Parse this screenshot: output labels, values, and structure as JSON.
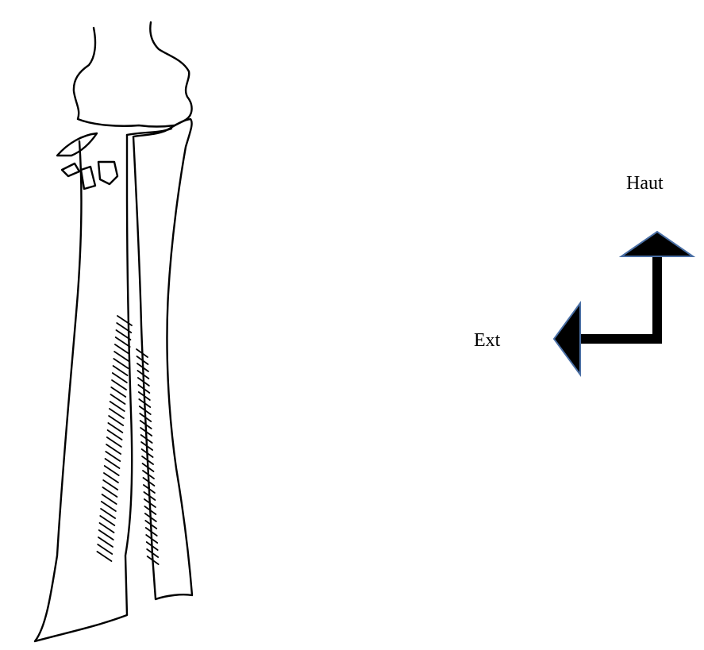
{
  "figure": {
    "subject": "forearm-bones-with-fracture-fragments",
    "stroke_color": "#000000",
    "arrow_fill": "#000000",
    "arrow_outline": "#4a6fa5"
  },
  "orientation": {
    "up_label": "Haut",
    "ext_label": "Ext"
  }
}
